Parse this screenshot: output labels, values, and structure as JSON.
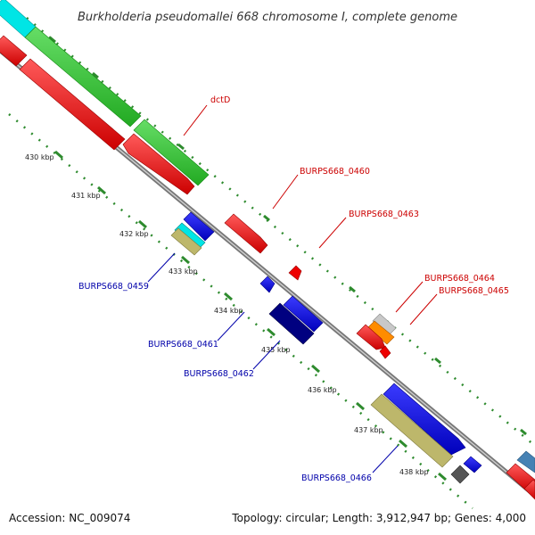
{
  "title": "Burkholderia pseudomallei 668 chromosome I, complete genome",
  "footer": {
    "accession": "Accession: NC_009074",
    "summary": "Topology: circular; Length: 3,912,947 bp; Genes: 4,000"
  },
  "ticks": [
    "430 kbp",
    "431 kbp",
    "432 kbp",
    "433 kbp",
    "434 kbp",
    "435 kbp",
    "436 kbp",
    "437 kbp",
    "438 kbp"
  ],
  "labels": {
    "dctD": "dctD",
    "g0459": "BURPS668_0459",
    "g0460": "BURPS668_0460",
    "g0461": "BURPS668_0461",
    "g0462": "BURPS668_0462",
    "g0463": "BURPS668_0463",
    "g0464": "BURPS668_0464",
    "g0465": "BURPS668_0465",
    "g0466": "BURPS668_0466"
  },
  "colors": {
    "backbone": "#808080",
    "forward_gene": "#ff0000",
    "reverse_gene": "#0000ff",
    "dark_gene": "#000080",
    "khaki_gene": "#bdb76b",
    "cyan_feature": "#00e5e5",
    "green_feature": "#33cc33",
    "orange_feature": "#ff8c00",
    "grey_feature": "#c0c0c0",
    "tick_mark": "#228b22",
    "forward_label": "#cc0000",
    "reverse_label": "#0000aa"
  }
}
